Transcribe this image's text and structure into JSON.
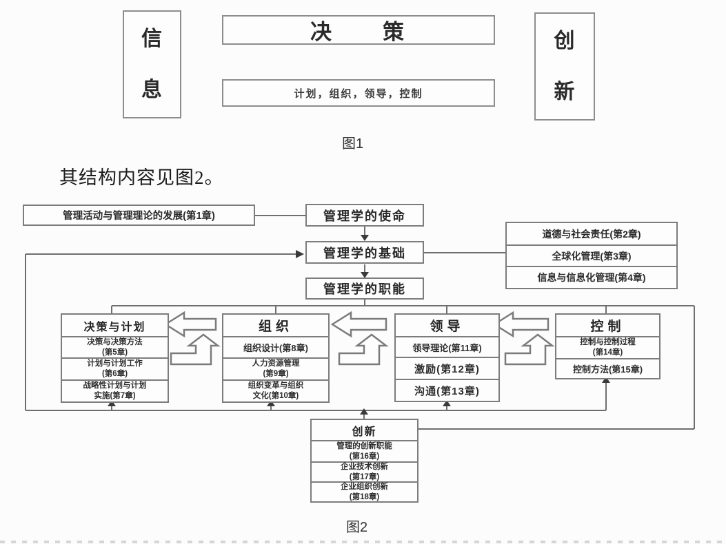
{
  "figure1": {
    "info": "信\n息",
    "decision": "决　　策",
    "functions": "计划，组织，领导，控制",
    "innovation": "创\n新",
    "caption": "图1"
  },
  "intro_text": "其结构内容见图2。",
  "figure2": {
    "caption": "图2",
    "chapter1": "管理活动与管理理论的发展(第1章)",
    "mission": "管理学的使命",
    "foundation": "管理学的基础",
    "functions": "管理学的职能",
    "environment": [
      "道德与社会责任(第2章)",
      "全球化管理(第3章)",
      "信息与信息化管理(第4章)"
    ],
    "columns": [
      {
        "header": "决策与计划",
        "items": [
          "决策与决策方法\n(第5章)",
          "计划与计划工作\n(第6章)",
          "战略性计划与计划\n实施(第7章)"
        ]
      },
      {
        "header": "组织",
        "items": [
          "组织设计(第8章)",
          "人力资源管理\n(第9章)",
          "组织变革与组织\n文化(第10章)"
        ]
      },
      {
        "header": "领导",
        "items": [
          "领导理论(第11章)",
          "激励(第12章)",
          "沟通(第13章)"
        ]
      },
      {
        "header": "控制",
        "items": [
          "控制与控制过程\n(第14章)",
          "控制方法(第15章)"
        ]
      }
    ],
    "innovation": {
      "header": "创新",
      "items": [
        "管理的创新职能\n(第16章)",
        "企业技术创新\n(第17章)",
        "企业组织创新\n(第18章)"
      ]
    }
  },
  "colors": {
    "line": "#6e6e6e",
    "border": "#7c7c7c",
    "text": "#262626",
    "background": "#fcfcfc"
  }
}
